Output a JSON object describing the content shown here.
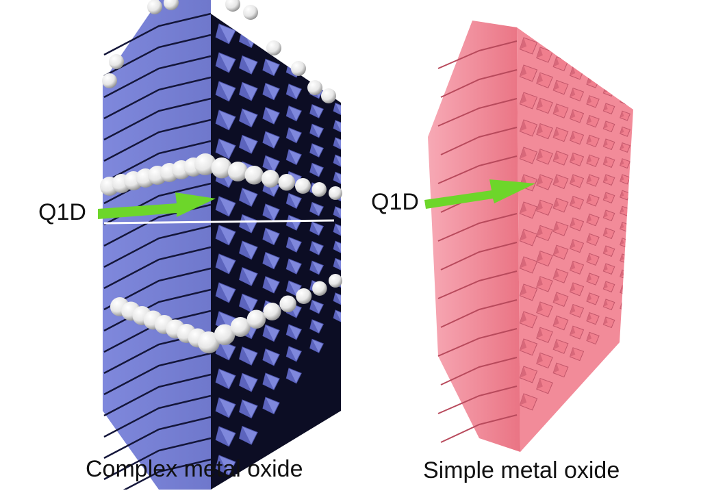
{
  "panels": [
    {
      "caption": "Complex metal oxide",
      "arrow_label": "Q1D",
      "color": "#7f88dc"
    },
    {
      "caption": "Simple metal oxide",
      "arrow_label": "Q1D",
      "color": "#f07f8e"
    }
  ],
  "arrow_color": "#6dd62a",
  "atom_color": "#ffffff"
}
